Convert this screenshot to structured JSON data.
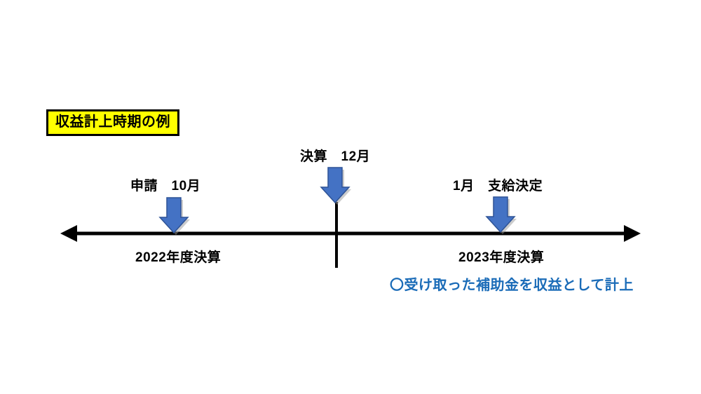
{
  "diagram": {
    "title": "収益計上時期の例",
    "title_bg_color": "#FFFF00",
    "title_border_color": "#000000",
    "axis": {
      "name": "timeline-axis",
      "style": "double-headed-arrow",
      "color": "#000000"
    },
    "divider": {
      "name": "fiscal-year-divider",
      "color": "#000000"
    },
    "events": [
      {
        "id": "apply",
        "label": "申請　10月",
        "marker": "down-arrow",
        "marker_color": "#4472C4",
        "marker_border_color": "#2E5396"
      },
      {
        "id": "closing",
        "label": "決算　12月",
        "marker": "down-arrow",
        "marker_color": "#4472C4",
        "marker_border_color": "#2E5396"
      },
      {
        "id": "decision",
        "label": "1月　支給決定",
        "marker": "down-arrow",
        "marker_color": "#4472C4",
        "marker_border_color": "#2E5396"
      }
    ],
    "periods": [
      {
        "id": "fy2022",
        "label": "2022年度決算"
      },
      {
        "id": "fy2023",
        "label": "2023年度決算"
      }
    ],
    "note": {
      "text": "〇受け取った補助金を収益として計上",
      "color": "#1B6CB8"
    }
  }
}
